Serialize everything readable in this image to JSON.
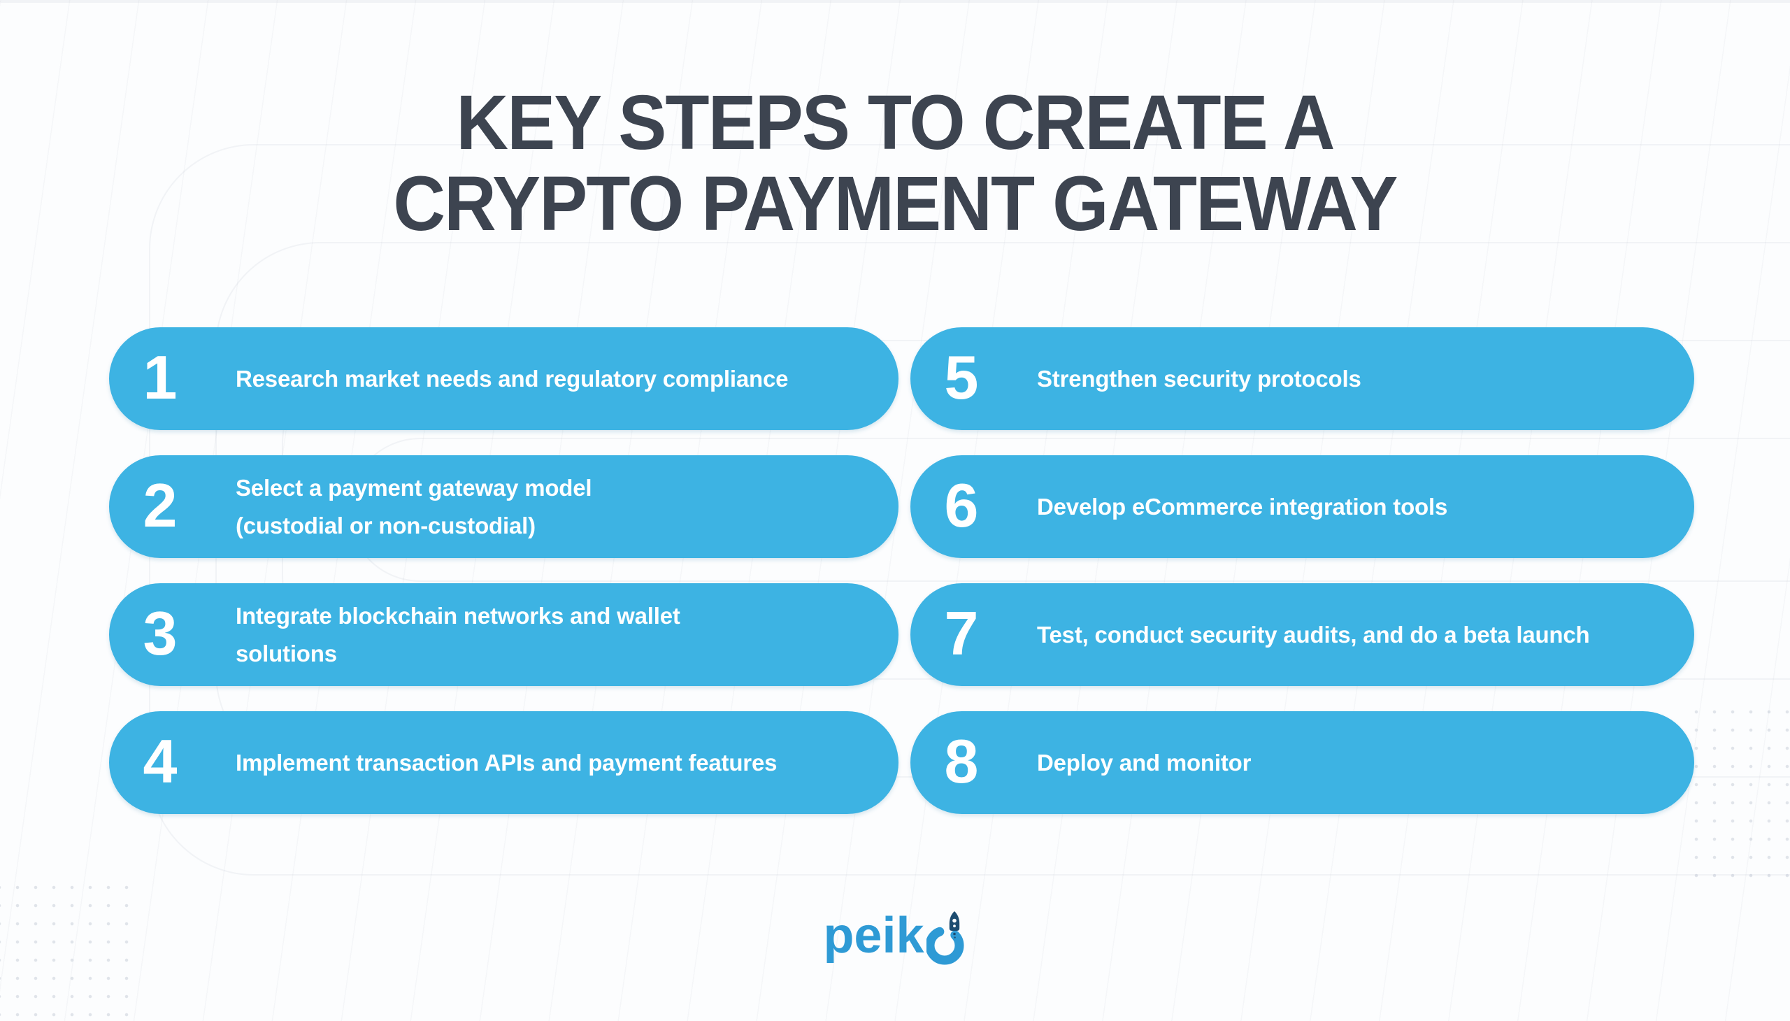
{
  "title": {
    "line1": "KEY STEPS TO CREATE A",
    "line2": "CRYPTO PAYMENT GATEWAY"
  },
  "steps": [
    {
      "number": "1",
      "label": "Research market needs and regulatory compliance"
    },
    {
      "number": "2",
      "label": "Select a payment gateway model\n(custodial or non-custodial)"
    },
    {
      "number": "3",
      "label": "Integrate blockchain networks and wallet\nsolutions"
    },
    {
      "number": "4",
      "label": "Implement transaction APIs and payment features"
    },
    {
      "number": "5",
      "label": "Strengthen security protocols"
    },
    {
      "number": "6",
      "label": "Develop eCommerce integration tools"
    },
    {
      "number": "7",
      "label": "Test, conduct security audits, and do a beta launch"
    },
    {
      "number": "8",
      "label": "Deploy and monitor"
    }
  ],
  "logo": {
    "brand": "peiko",
    "wordmark_prefix": "peik"
  },
  "colors": {
    "pill_background": "#3db3e3",
    "pill_text": "#ffffff",
    "title_text": "#3d4450",
    "logo_blue": "#2e9ad5",
    "rocket_navy": "#1d4c70",
    "background": "#fcfdfe"
  }
}
